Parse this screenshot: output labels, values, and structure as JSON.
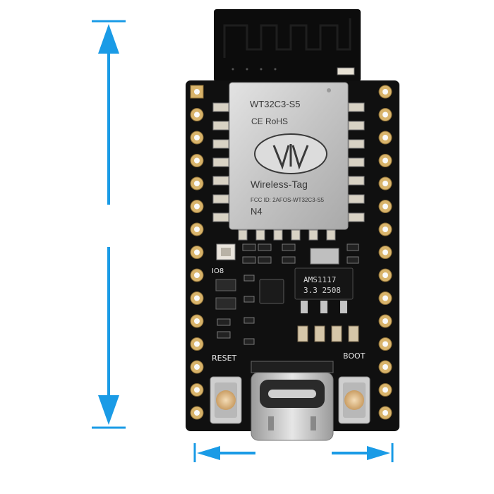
{
  "colors": {
    "dimension_arrow": "#1a9be6",
    "pcb": "#101010",
    "shield": "#c9c9c9",
    "gold_pad": "#d8b36a",
    "button_cap": "#e8c79a"
  },
  "module": {
    "model": "WT32C3-S5",
    "ce_rohs": "CE RoHS",
    "brand": "Wireless-Tag",
    "fcc_id": "FCC ID: 2AFOS-WT32C3-S5",
    "revision": "N4",
    "logo_icon": "wireless-tag-logo-icon"
  },
  "board": {
    "regulator_line1": "AMS1117",
    "regulator_line2": "3.3 2508",
    "label_reset": "RESET",
    "label_boot": "BOOT",
    "label_io": "IO8",
    "usb_connector_icon": "usb-c-connector-icon"
  },
  "dimensions": {
    "vertical_icon": "vertical-dimension-arrow-icon",
    "horizontal_icon": "horizontal-dimension-arrow-icon"
  }
}
